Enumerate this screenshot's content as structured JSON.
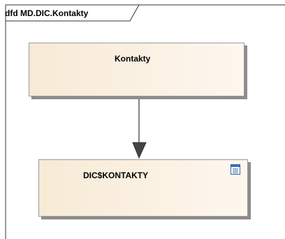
{
  "diagram": {
    "frame_title": "dfd MD.DIC.Kontakty",
    "nodes": [
      {
        "id": "kontakty",
        "label": "Kontakty",
        "type": "process"
      },
      {
        "id": "dic-kontakty",
        "label": "DIC$KONTAKTY",
        "type": "data-store",
        "icon": "table-icon"
      }
    ],
    "edges": [
      {
        "from": "kontakty",
        "to": "dic-kontakty",
        "style": "arrow"
      }
    ]
  }
}
